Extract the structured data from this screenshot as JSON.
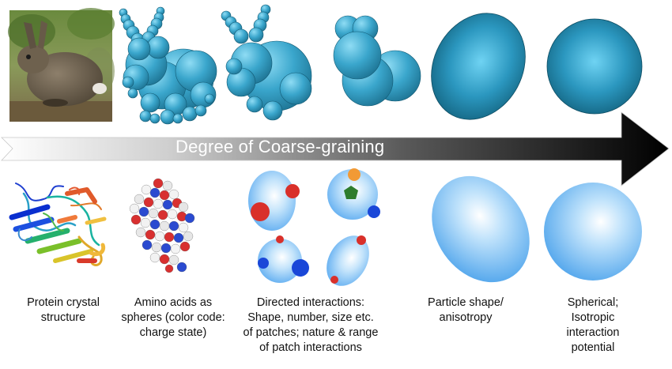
{
  "arrow": {
    "label": "Degree of Coarse-graining"
  },
  "captions": [
    {
      "line1": "Protein crystal",
      "line2": "structure"
    },
    {
      "line1": "Amino acids as",
      "line2": "spheres (color code:",
      "line3": "charge state)"
    },
    {
      "line1": "Directed interactions:",
      "line2": "Shape, number, size etc.",
      "line3": "of patches; nature & range",
      "line4": "of patch interactions"
    },
    {
      "line1": "Particle shape/",
      "line2": "anisotropy"
    },
    {
      "line1": "Spherical;",
      "line2": "Isotropic",
      "line3": "interaction",
      "line4": "potential"
    }
  ],
  "colors": {
    "bunny": "#3aa6cc",
    "patch_particle": "#7cc0f0",
    "patch_red": "#d9302a",
    "patch_blue": "#1a47d8",
    "patch_orange": "#f29a35",
    "patch_green": "#2e7d2e",
    "arrow_dark": "#000000"
  }
}
